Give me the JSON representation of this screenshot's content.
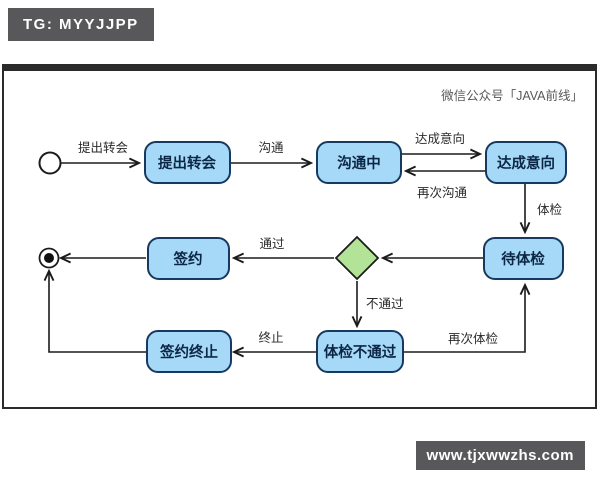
{
  "badges": {
    "top_left": "TG: MYYJJPP",
    "bottom_right": "www.tjxwwzhs.com"
  },
  "watermark": "微信公众号「JAVA前线」",
  "diagram": {
    "type": "uml-state-flow",
    "nodes": {
      "propose": "提出转会",
      "communicating": "沟通中",
      "agreement": "达成意向",
      "awaiting_exam": "待体检",
      "sign": "签约",
      "exam_failed": "体检不通过",
      "terminated": "签约终止"
    },
    "edge_labels": {
      "propose": "提出转会",
      "communicate": "沟通",
      "reach_agreement": "达成意向",
      "communicate_again": "再次沟通",
      "exam": "体检",
      "pass": "通过",
      "fail": "不通过",
      "terminate": "终止",
      "exam_again": "再次体检"
    }
  },
  "colors": {
    "canvas": "#ffffff",
    "node_fill": "#a6d9f7",
    "node_border": "#16395f",
    "node_text": "#0c2746",
    "diamond_fill": "#b2e396",
    "diamond_border": "#1c1c1c",
    "edge": "#1b1b1b",
    "edge_label": "#2b2b2b",
    "frame_border": "#2b2b2b",
    "badge_bg": "#58585a",
    "badge_text": "#ffffff",
    "watermark": "#595959"
  }
}
